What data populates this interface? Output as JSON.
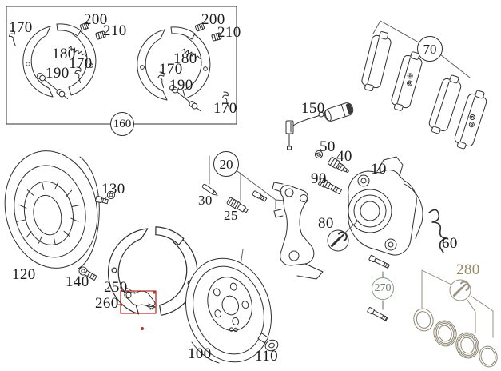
{
  "diagram_labels": {
    "170_a": "170",
    "200_a": "200",
    "210_a": "210",
    "180_a": "180",
    "170_b": "170",
    "190_a": "190",
    "200_b": "200",
    "210_b": "210",
    "180_b": "180",
    "170_c": "170",
    "190_b": "190",
    "170_d": "170",
    "160": "160",
    "150": "150",
    "70": "70",
    "50": "50",
    "40": "40",
    "90": "90",
    "10": "10",
    "80": "80",
    "60": "60",
    "20": "20",
    "30": "30",
    "25": "25",
    "130": "130",
    "120": "120",
    "140": "140",
    "250": "250",
    "260": "260",
    "100": "100",
    "110": "110",
    "270": "270",
    "280": "280"
  },
  "colors": {
    "line": "#2f2f2f",
    "label_text": "#1b1b1b",
    "highlight_red": "#b23430",
    "seal_gray": "#8d8573",
    "tan_label": "#9a8c60",
    "sage_label": "#70806f"
  }
}
